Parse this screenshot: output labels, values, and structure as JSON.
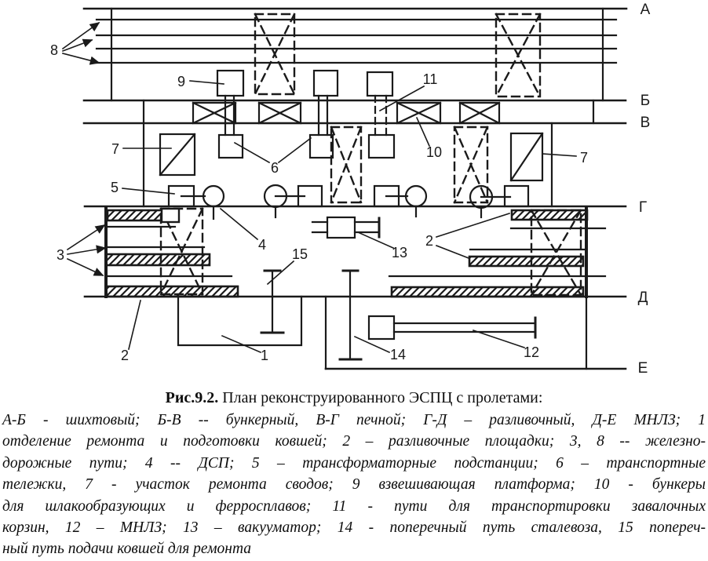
{
  "figure": {
    "bays": {
      "a": "А",
      "b": "Б",
      "v": "В",
      "g": "Г",
      "d": "Д",
      "e": "Е"
    },
    "callouts": {
      "n1": "1",
      "n2_left": "2",
      "n2_right": "2",
      "n3": "3",
      "n4": "4",
      "n5": "5",
      "n6": "6",
      "n7_left": "7",
      "n7_right": "7",
      "n8": "8",
      "n9": "9",
      "n10": "10",
      "n11": "11",
      "n12": "12",
      "n13": "13",
      "n14": "14",
      "n15": "15"
    }
  },
  "caption": {
    "figure_ref": "Рис.9.2.",
    "title": "План реконструированного ЭСПЦ с пролетами:",
    "legend_lines": [
      "А-Б - шихтовый; Б-В -- бункерный, В-Г   печной; Г-Д – разливочный, Д-Е   МНЛЗ; 1",
      "отделение ремонта и подготовки ковшей; 2 – разливочные площадки; 3, 8 -- железно-",
      "дорожные пути; 4 -- ДСП; 5 – трансформаторные подстанции; 6 – транспортные",
      "тележки, 7 - участок ремонта сводов; 9   взвешивающая платформа; 10 - бункеры",
      "для шлакообразующих и ферросплавов; 11 - пути для транспортировки завалочных",
      "корзин, 12 – МНЛЗ; 13 – вакууматор; 14 - поперечный путь сталевоза, 15   попереч-",
      "ный путь подачи ковшей для ремонта"
    ]
  }
}
